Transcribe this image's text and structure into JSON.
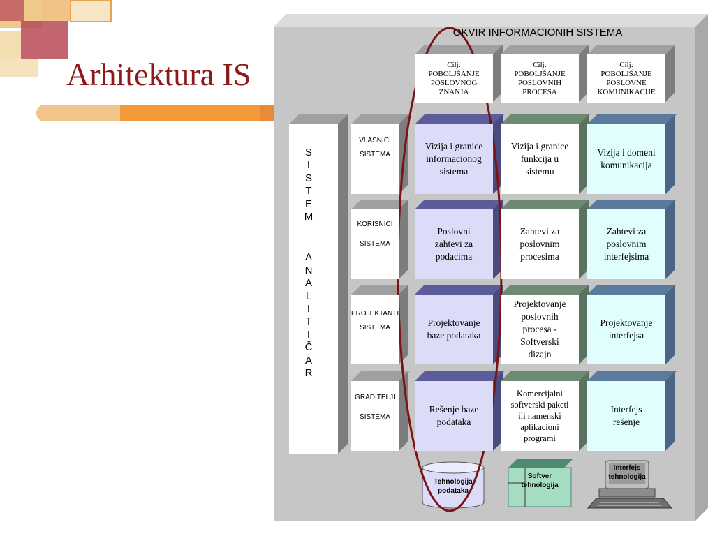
{
  "slide": {
    "title": "Arhitektura IS"
  },
  "framework": {
    "title": "OKVIR INFORMACIONIH SISTEMA",
    "goals": [
      {
        "lines": [
          "Cilj:",
          "POBOLJŠANJE",
          "POSLOVNOG",
          "ZNANJA"
        ]
      },
      {
        "lines": [
          "Cilj:",
          "POBOLJŠANJE",
          "POSLOVNIH",
          "PROCESA"
        ]
      },
      {
        "lines": [
          "Cilj:",
          "POBOLJŠANJE",
          "POSLOVNE",
          "KOMUNIKACIJE"
        ]
      }
    ],
    "analyst_label": "S I S T E M   A N A L I T I Č A R",
    "analyst_word1": "SISTEM",
    "analyst_word2": "ANALITIČAR",
    "roles": [
      {
        "line1": "VLASNICI",
        "line2": "SISTEMA"
      },
      {
        "line1": "KORISNICI",
        "line2": "SISTEMA"
      },
      {
        "line1": "PROJEKTANTI",
        "line2": "SISTEMA"
      },
      {
        "line1": "GRADITELJI",
        "line2": "SISTEMA"
      }
    ],
    "rows": [
      [
        "Vizija i granice\ninformacionog\nsistema",
        "Vizija i granice\nfunkcija u\nsistemu",
        "Vizija i domeni\nkomunikacija"
      ],
      [
        "Poslovni\nzahtevi za\npodacima",
        "Zahtevi za\nposlovnim\nprocesima",
        "Zahtevi za\nposlovnim\ninterfejsima"
      ],
      [
        "Projektovanje\nbaze podataka",
        "Projektovanje\nposlovnih\nprocesa -\nSoftverski\ndizajn",
        "Projektovanje\ninterfejsa"
      ],
      [
        "Rešenje baze\npodataka",
        "Komercijalni\nsoftverski paketi\nili namenski\naplikacioni\nprogrami",
        "Interfejs\nrešenje"
      ]
    ],
    "technologies": [
      {
        "label": "Tehnologija podataka",
        "line1": "Tehnologija",
        "line2": "podataka"
      },
      {
        "label": "Softver tehnologija",
        "line1": "Softver",
        "line2": "tehnologija"
      },
      {
        "label": "Interfejs tehnologija",
        "line1": "Interfejs",
        "line2": "tehnologija"
      }
    ]
  },
  "colors": {
    "title": "#8b1a1a",
    "data_column": "#dcdcf8",
    "data_column_top": "#5c5c9c",
    "process_column": "#ffffff",
    "process_column_top": "#6e8a72",
    "interface_column": "#e0fefe",
    "interface_column_top": "#5a7a9e",
    "frame": "#c6c6c6",
    "highlight_ellipse": "#7a1414"
  }
}
